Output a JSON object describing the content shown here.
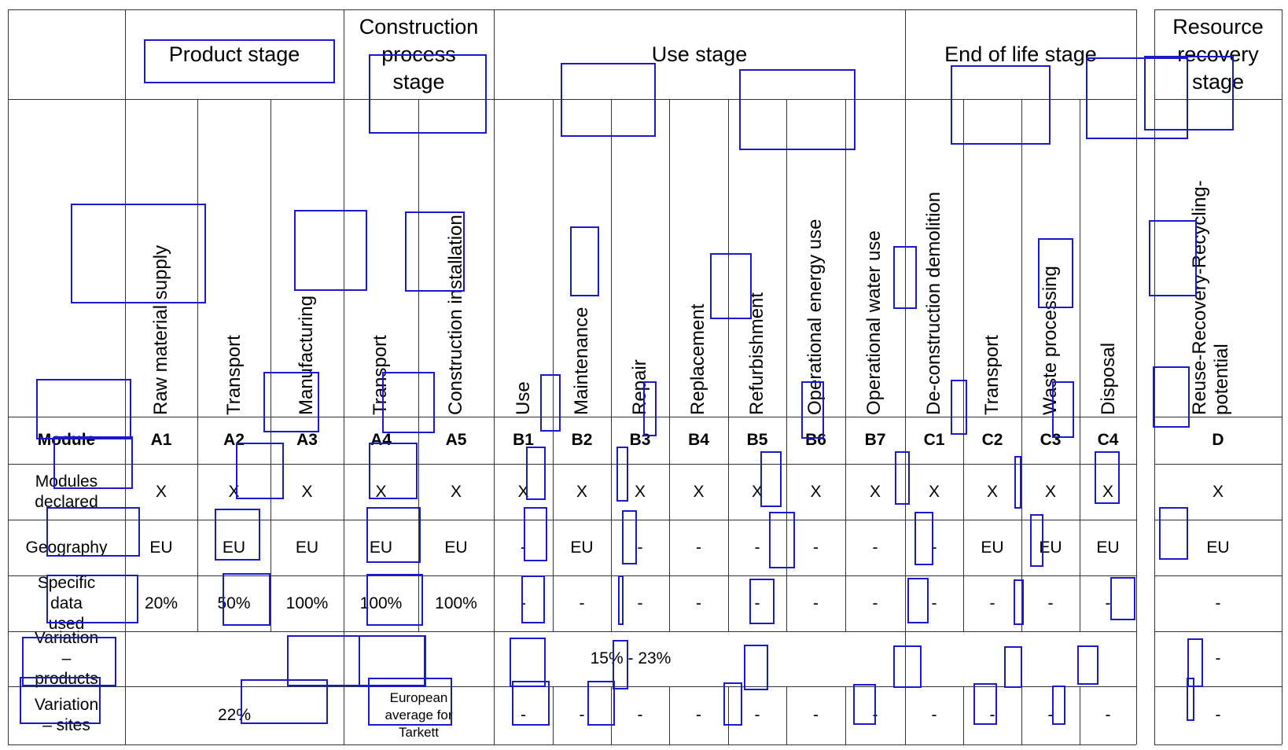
{
  "headers": {
    "product_stage": "Product stage",
    "construction_stage": "Construction process stage",
    "use_stage": "Use stage",
    "end_of_life_stage": "End of life stage",
    "resource_recovery_stage": "Resource recovery stage"
  },
  "module_names": {
    "A1": "Raw material supply",
    "A2": "Transport",
    "A3": "Manufacturing",
    "A4": "Transport",
    "A5": "Construction installation",
    "B1": "Use",
    "B2": "Maintenance",
    "B3": "Repair",
    "B4": "Replacement",
    "B5": "Refurbishment",
    "B6": "Operational energy use",
    "B7": "Operational water use",
    "C1": "De-construction demolition",
    "C2": "Transport",
    "C3": "Waste processing",
    "C4": "Disposal",
    "D": "Reuse-Recovery-Recycling-potential"
  },
  "row_labels": {
    "module": "Module",
    "declared": "Modules declared",
    "geography": "Geography",
    "specific": "Specific data used",
    "var_products": "Variation – products",
    "var_sites": "Variation – sites"
  },
  "codes": {
    "A1": "A1",
    "A2": "A2",
    "A3": "A3",
    "A4": "A4",
    "A5": "A5",
    "B1": "B1",
    "B2": "B2",
    "B3": "B3",
    "B4": "B4",
    "B5": "B5",
    "B6": "B6",
    "B7": "B7",
    "C1": "C1",
    "C2": "C2",
    "C3": "C3",
    "C4": "C4",
    "D": "D"
  },
  "declared": {
    "A1": "X",
    "A2": "X",
    "A3": "X",
    "A4": "X",
    "A5": "X",
    "B1": "X",
    "B2": "X",
    "B3": "X",
    "B4": "X",
    "B5": "X",
    "B6": "X",
    "B7": "X",
    "C1": "X",
    "C2": "X",
    "C3": "X",
    "C4": "X",
    "D": "X"
  },
  "geography": {
    "A1": "EU",
    "A2": "EU",
    "A3": "EU",
    "A4": "EU",
    "A5": "EU",
    "B1": "-",
    "B2": "EU",
    "B3": "-",
    "B4": "-",
    "B5": "-",
    "B6": "-",
    "B7": "-",
    "C1": "-",
    "C2": "EU",
    "C3": "EU",
    "C4": "EU",
    "D": "EU"
  },
  "specific": {
    "A1": "20%",
    "A2": "50%",
    "A3": "100%",
    "A4": "100%",
    "A5": "100%",
    "B1": "-",
    "B2": "-",
    "B3": "-",
    "B4": "-",
    "B5": "-",
    "B6": "-",
    "B7": "-",
    "C1": "-",
    "C2": "-",
    "C3": "-",
    "C4": "-",
    "D": "-"
  },
  "var_products": {
    "merged": "15% - 23%",
    "D": "-"
  },
  "var_sites": {
    "A_product": "22%",
    "A_construction": "European average for Tarkett",
    "B1": "-",
    "B2": "-",
    "B3": "-",
    "B4": "-",
    "B5": "-",
    "B6": "-",
    "B7": "-",
    "C1": "-",
    "C2": "-",
    "C3": "-",
    "C4": "-",
    "D": "-"
  }
}
